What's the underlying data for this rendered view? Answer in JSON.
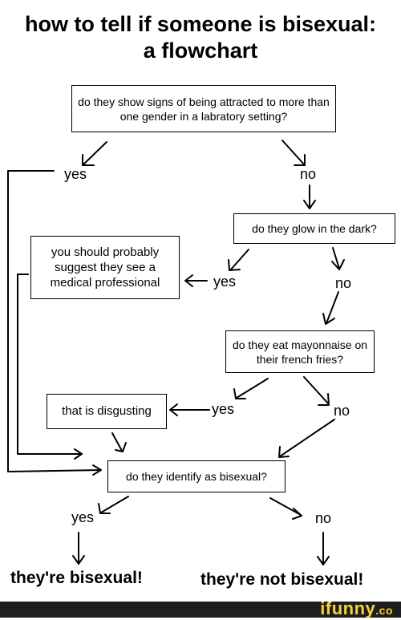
{
  "title": {
    "line1": "how to tell if someone is bisexual:",
    "line2": "a flowchart"
  },
  "boxes": {
    "q1": "do they show signs of being attracted to more than one gender in a labratory setting?",
    "q2": "do they glow in the dark?",
    "medical": "you should probably suggest they see a medical professional",
    "q3": "do they eat mayonnaise on their french fries?",
    "disgusting": "that is disgusting",
    "q4": "do they identify as bisexual?"
  },
  "labels": {
    "q1_yes": "yes",
    "q1_no": "no",
    "q2_yes": "yes",
    "q2_no": "no",
    "q3_yes": "yes",
    "q3_no": "no",
    "q4_yes": "yes",
    "q4_no": "no"
  },
  "results": {
    "bisexual": "they're bisexual!",
    "not_bisexual": "they're not bisexual!"
  },
  "footer": {
    "brand": "ifunny",
    "brand_suffix": ".co",
    "brand_color": "#f4d13d"
  }
}
